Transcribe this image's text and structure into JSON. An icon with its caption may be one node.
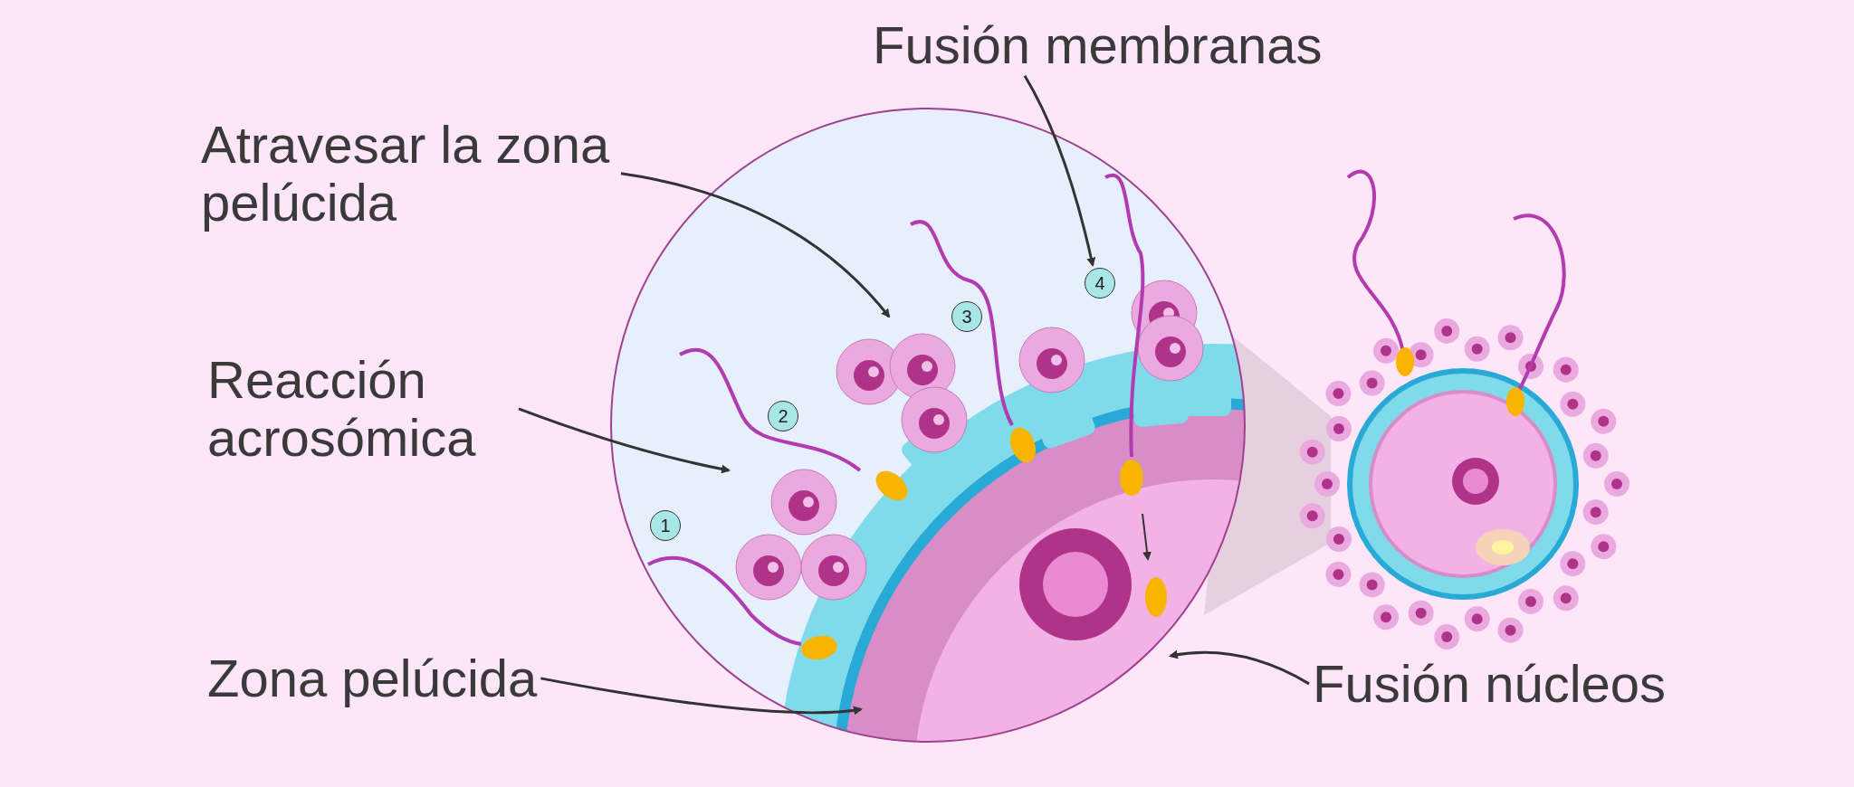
{
  "diagram": {
    "nodes": [
      {
        "text": [
          "Fusión membranas"
        ]
      },
      {
        "text": [
          "Atravesar la zona pelúcida"
        ]
      },
      {
        "text": [
          "Reacción acrosómica"
        ]
      },
      {
        "text": [
          "Zona pelúcida"
        ]
      },
      {
        "text": [
          "Fusión núcleos"
        ]
      },
      {
        "text": [
          "1"
        ]
      },
      {
        "text": [
          "2"
        ]
      },
      {
        "text": [
          "3"
        ]
      },
      {
        "text": [
          "4"
        ]
      }
    ],
    "edges": [
      {
        "from": 0,
        "to": 8,
        "arrow": "to"
      },
      {
        "from": 1,
        "to": null,
        "arrow": "to"
      },
      {
        "from": 2,
        "to": null,
        "arrow": "to"
      },
      {
        "from": 3,
        "to": null,
        "arrow": "to"
      },
      {
        "from": 4,
        "to": null,
        "arrow": "to"
      }
    ]
  }
}
